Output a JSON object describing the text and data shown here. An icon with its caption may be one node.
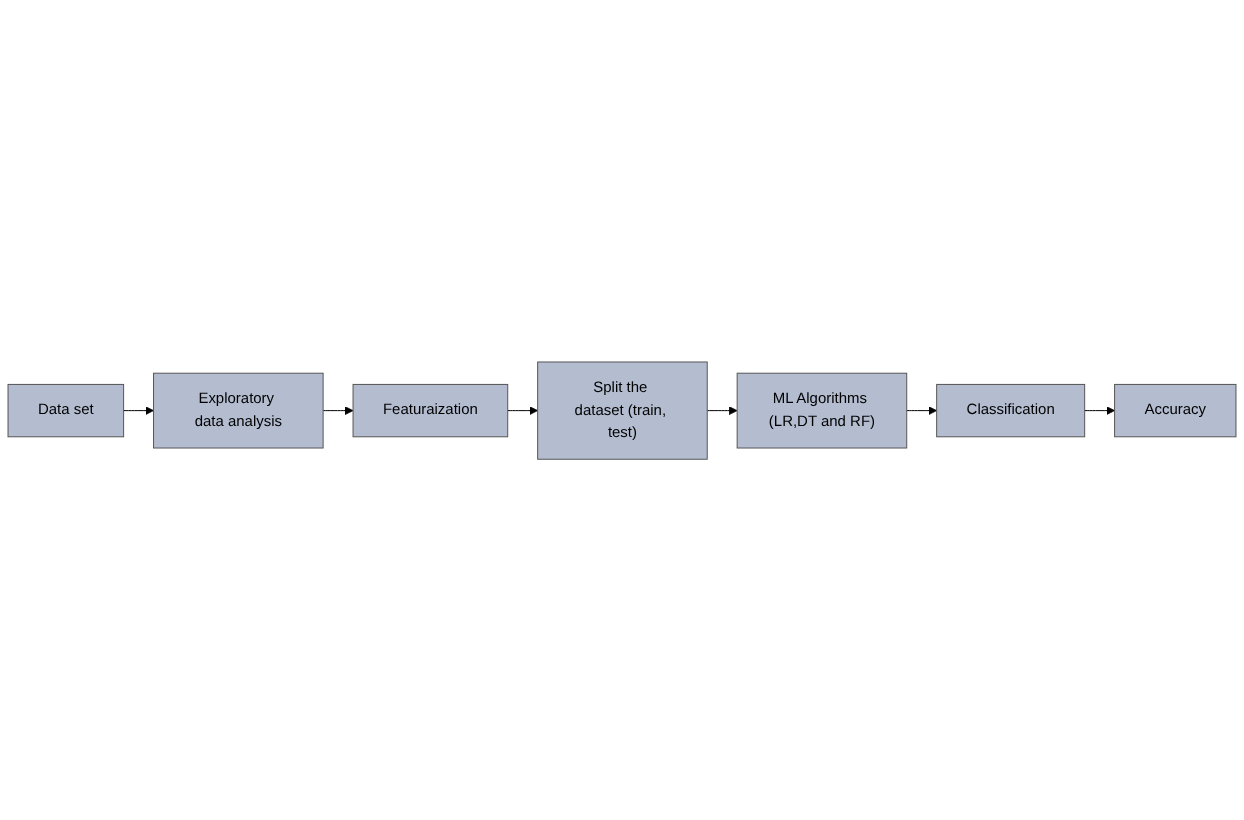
{
  "diagram": {
    "nodes": [
      {
        "text": [
          "Data set"
        ]
      },
      {
        "text": [
          "Exploratory data analysis"
        ]
      },
      {
        "text": [
          "Featuraization"
        ]
      },
      {
        "text": [
          "Split the dataset (train, test)"
        ]
      },
      {
        "text": [
          "ML Algorithms (LR,DT and RF)"
        ]
      },
      {
        "text": [
          "Classification"
        ]
      },
      {
        "text": [
          "Accuracy"
        ]
      }
    ],
    "edges": [
      {
        "from": 0,
        "to": 1,
        "arrow": "to"
      },
      {
        "from": 1,
        "to": 2,
        "arrow": "to"
      },
      {
        "from": 2,
        "to": 3,
        "arrow": "to"
      },
      {
        "from": 3,
        "to": 4,
        "arrow": "to"
      },
      {
        "from": 4,
        "to": 5,
        "arrow": "to"
      },
      {
        "from": 5,
        "to": 6,
        "arrow": "to"
      }
    ]
  }
}
